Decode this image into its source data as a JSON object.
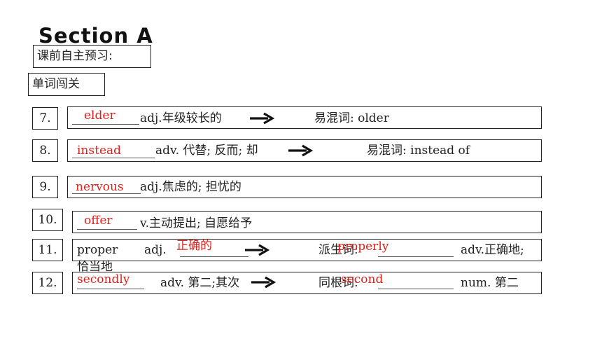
{
  "section_title": "Section A",
  "preview_label": "课前自主预习:",
  "vocab_label": "单词闯关",
  "rows": [
    {
      "num": "7.",
      "answer": "elder",
      "pos_def": "adj.年级较长的",
      "related_label": "易混词: older"
    },
    {
      "num": "8.",
      "answer": "instead",
      "pos_def": " adv. 代替; 反而; 却",
      "related_label": "易混词: instead of"
    },
    {
      "num": "9.",
      "answer": "nervous",
      "pos_def": " adj.焦虑的; 担忧的"
    },
    {
      "num": "10.",
      "answer": "offer",
      "pos_def": " v.主动提出; 自愿给予"
    },
    {
      "num": "11.",
      "word": "proper",
      "pos": "adj.",
      "answer": "正确的",
      "related_label": "派生词:",
      "related_answer": "properly",
      "related_def": "adv.正确地;",
      "cont": "恰当地"
    },
    {
      "num": "12.",
      "answer": "secondly",
      "pos_def": "adv. 第二;其次",
      "related_label": "同根词:",
      "related_answer": "second",
      "related_def": "num. 第二"
    }
  ],
  "colors": {
    "answer": "#e0201b",
    "border": "#222222"
  }
}
